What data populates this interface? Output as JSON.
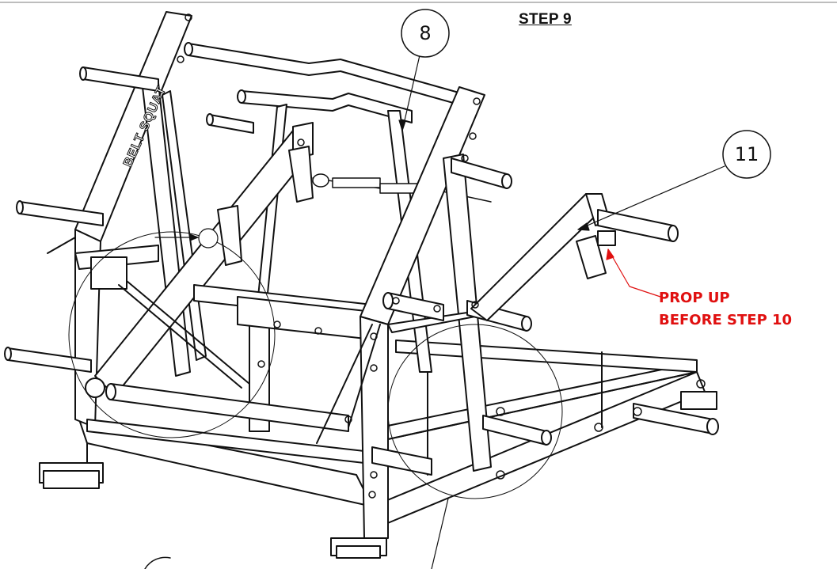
{
  "step": {
    "title": "STEP 9"
  },
  "frame_label": "BELT SQUAT",
  "callouts": [
    {
      "id": "callout-8",
      "number": "8"
    },
    {
      "id": "callout-11",
      "number": "11"
    }
  ],
  "note": {
    "line1": "PROP UP",
    "line2": "BEFORE STEP 10",
    "color": "#e01010"
  },
  "colors": {
    "line": "#111111",
    "note": "#e01010"
  }
}
